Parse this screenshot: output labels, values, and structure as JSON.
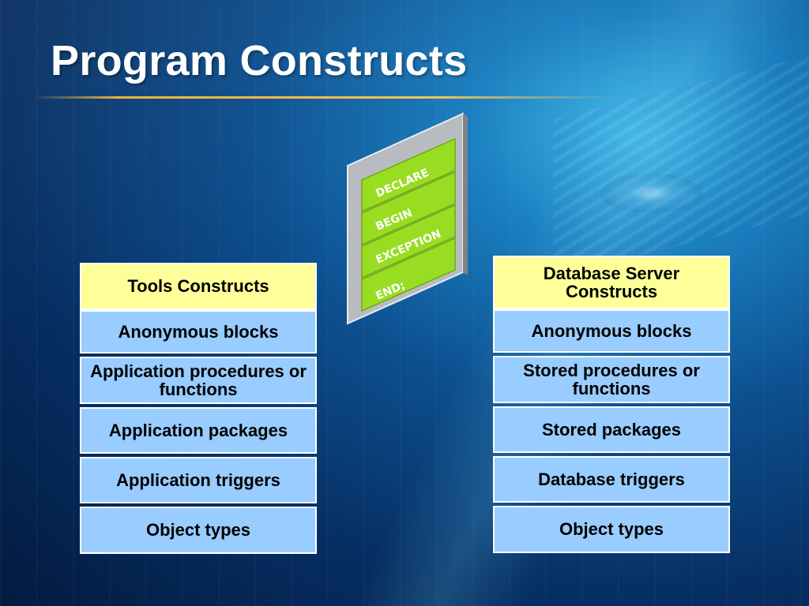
{
  "slide": {
    "title": "Program Constructs"
  },
  "code_block": {
    "lines": [
      "DECLARE",
      "BEGIN",
      "EXCEPTION",
      "END;"
    ],
    "ellipsis": "..."
  },
  "tools": {
    "header": "Tools Constructs",
    "items": [
      "Anonymous blocks",
      "Application procedures or functions",
      "Application packages",
      "Application triggers",
      "Object types"
    ]
  },
  "server": {
    "header": "Database Server Constructs",
    "items": [
      "Anonymous blocks",
      "Stored procedures or functions",
      "Stored packages",
      "Database triggers",
      "Object types"
    ]
  },
  "colors": {
    "header_fill": "#ffff99",
    "item_fill": "#99ccff",
    "code_green": "#99dd22",
    "title_rule": "#f2b13a"
  }
}
